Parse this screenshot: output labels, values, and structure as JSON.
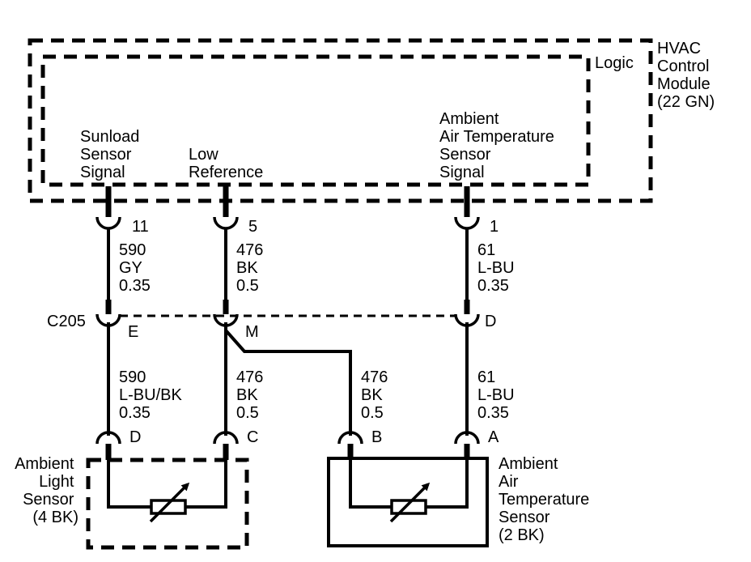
{
  "module": {
    "name_lines": [
      "HVAC",
      "Control",
      "Module",
      "(22 GN)"
    ],
    "logic_label": "Logic",
    "signals": {
      "sunload": [
        "Sunload",
        "Sensor",
        "Signal"
      ],
      "low_ref": [
        "Low",
        "Reference"
      ],
      "ambient": [
        "Ambient",
        "Air Temperature",
        "Sensor",
        "Signal"
      ]
    }
  },
  "module_pins": {
    "sunload": "11",
    "low_ref": "5",
    "ambient": "1"
  },
  "upper_wires": {
    "sunload": [
      "590",
      "GY",
      "0.35"
    ],
    "low_ref": [
      "476",
      "BK",
      "0.5"
    ],
    "ambient": [
      "61",
      "L-BU",
      "0.35"
    ]
  },
  "connector": {
    "name": "C205",
    "pins": {
      "sunload": "E",
      "low_ref": "M",
      "ambient": "D"
    }
  },
  "lower_wires": {
    "sunload": [
      "590",
      "L-BU/BK",
      "0.35"
    ],
    "low_ref": [
      "476",
      "BK",
      "0.5"
    ],
    "splice": [
      "476",
      "BK",
      "0.5"
    ],
    "ambient": [
      "61",
      "L-BU",
      "0.35"
    ]
  },
  "sensor_pins": {
    "light_d": "D",
    "light_c": "C",
    "air_b": "B",
    "air_a": "A"
  },
  "light_sensor": [
    "Ambient",
    "Light",
    "Sensor",
    "(4 BK)"
  ],
  "air_sensor": [
    "Ambient",
    "Air",
    "Temperature",
    "Sensor",
    "(2 BK)"
  ]
}
